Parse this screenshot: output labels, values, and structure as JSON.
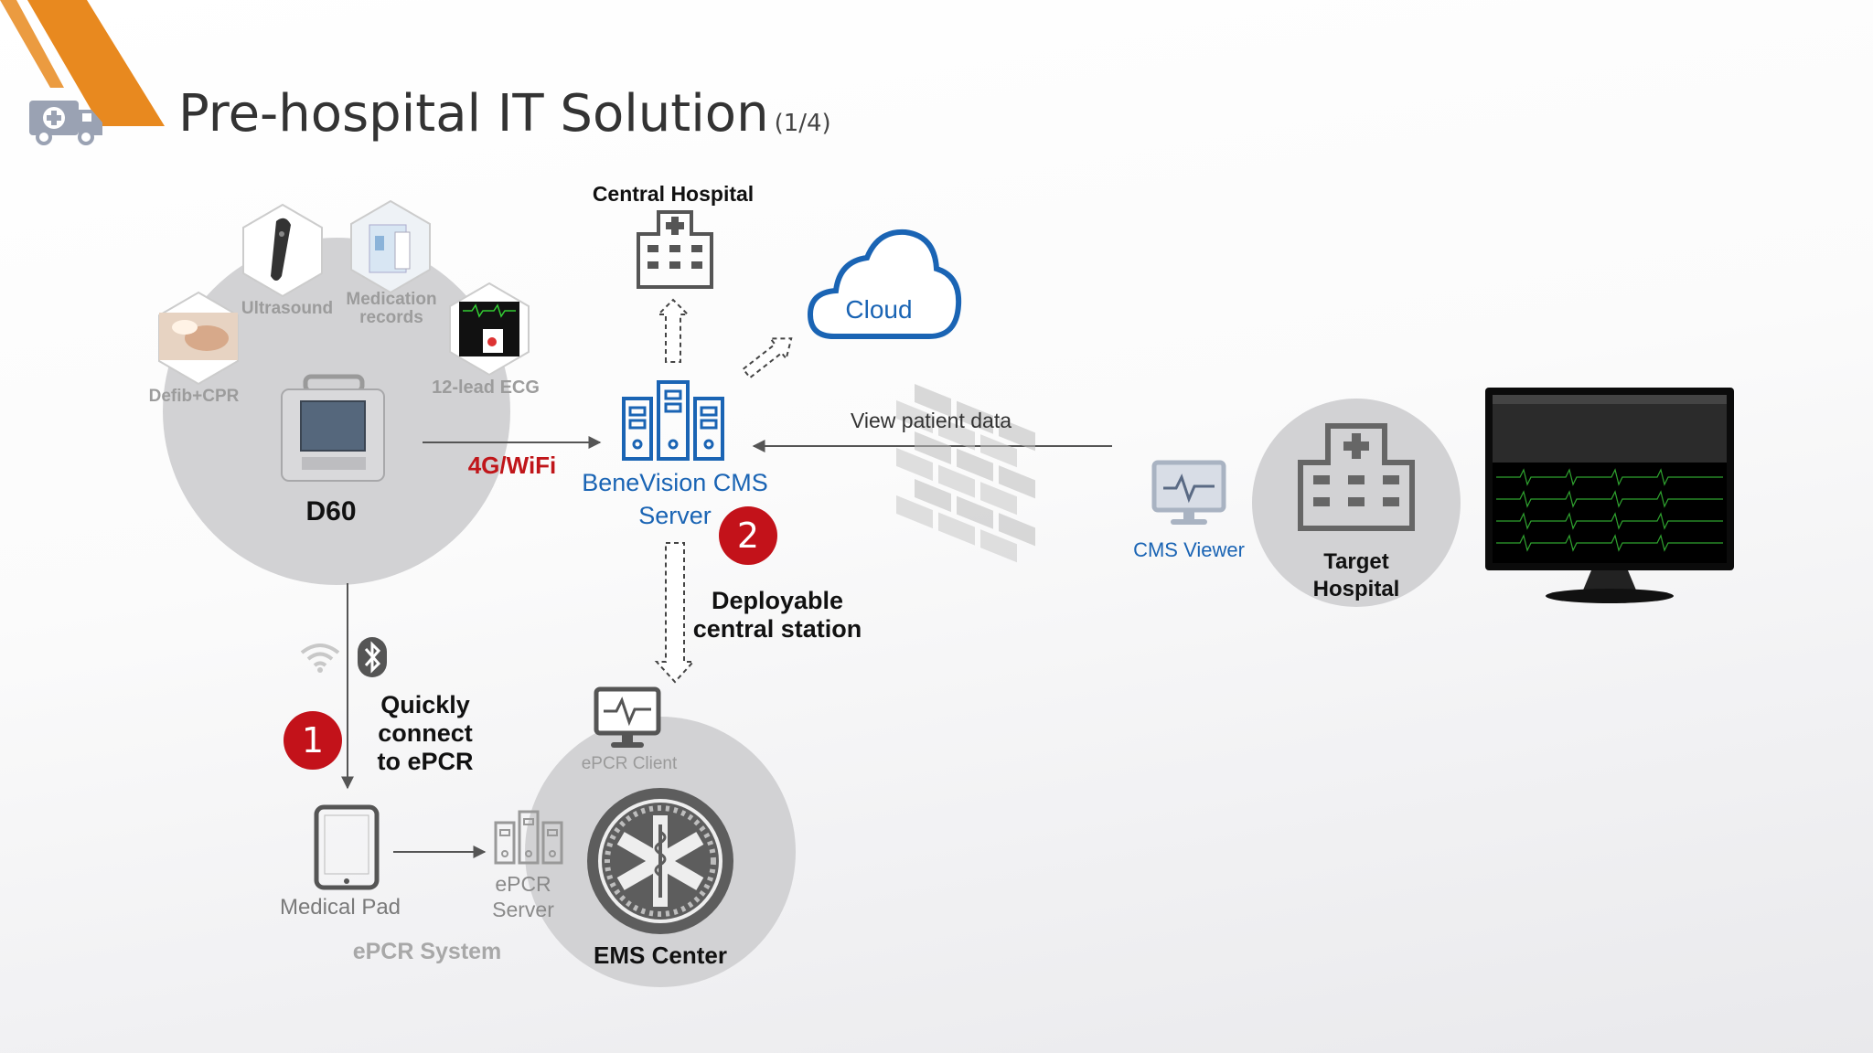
{
  "header": {
    "title": "Pre-hospital IT Solution",
    "subtitle": "(1/4)"
  },
  "diagram": {
    "d60": {
      "device_label": "D60",
      "accessories": [
        "Ultrasound",
        "Medication records",
        "Defib+CPR",
        "12-lead ECG"
      ]
    },
    "link_d60_cms": "4G/WiFi",
    "central_hospital": "Central Hospital",
    "cloud": "Cloud",
    "cms_server": "BeneVision CMS Server",
    "view_patient_data": "View patient data",
    "cms_viewer": "CMS Viewer",
    "target_hospital": "Target Hospital",
    "deployable_station": "Deployable central station",
    "quick_connect": "Quickly connect to ePCR",
    "medical_pad": "Medical Pad",
    "epcr_server": "ePCR Server",
    "epcr_system": "ePCR System",
    "epcr_client": "ePCR Client",
    "ems_center": "EMS Center",
    "badges": [
      "1",
      "2"
    ]
  },
  "colors": {
    "accent_orange": "#e8891f",
    "link_blue": "#1a64b4",
    "badge_red": "#c3121a",
    "circle_grey": "#d2d2d4",
    "wifi_red": "#c0161a"
  }
}
